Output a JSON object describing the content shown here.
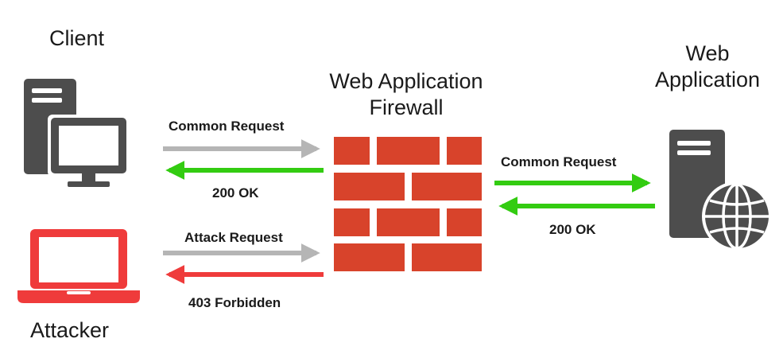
{
  "nodes": {
    "client": "Client",
    "attacker": "Attacker",
    "waf": [
      "Web Application",
      "Firewall"
    ],
    "web_app": [
      "Web",
      "Application"
    ]
  },
  "edges": {
    "client_request": "Common Request",
    "client_response": "200 OK",
    "attack_request": "Attack Request",
    "attack_response": "403 Forbidden",
    "app_request": "Common Request",
    "app_response": "200 OK"
  },
  "colors": {
    "device_gray": "#4d4d4d",
    "request_arrow": "#b5b5b5",
    "ok_arrow": "#33cc11",
    "attacker_red": "#ef3b3b",
    "forbidden_arrow": "#ef3b3b",
    "firewall_brick": "#d8432b"
  },
  "icons": {
    "client": "desktop-computer-icon",
    "attacker": "laptop-icon",
    "firewall": "brick-wall-icon",
    "web_app": "server-globe-icon"
  }
}
